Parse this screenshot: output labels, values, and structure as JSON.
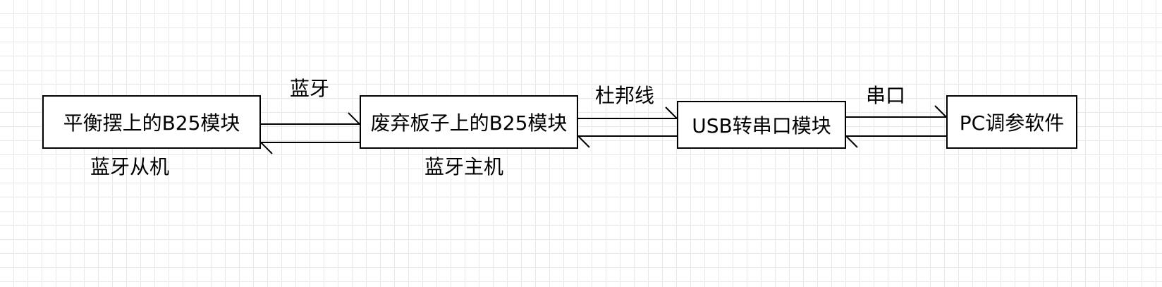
{
  "nodes": {
    "pendulum_b25": "平衡摆上的B25模块",
    "board_b25": "废弃板子上的B25模块",
    "usb_serial": "USB转串口模块",
    "pc_software": "PC调参软件"
  },
  "edge_labels": {
    "bluetooth": "蓝牙",
    "dupont_wire": "杜邦线",
    "serial_port": "串口"
  },
  "role_labels": {
    "bt_slave": "蓝牙从机",
    "bt_master": "蓝牙主机"
  }
}
